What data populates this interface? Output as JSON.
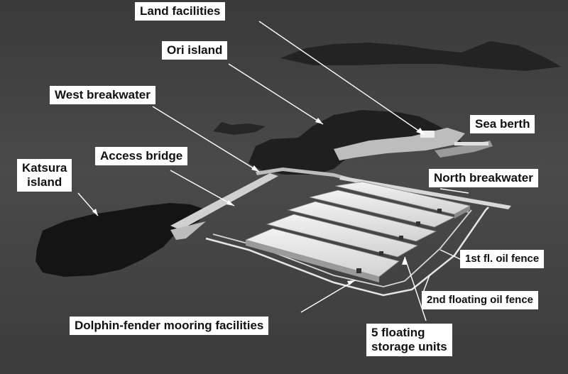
{
  "labels": {
    "land_facilities": "Land facilities",
    "ori_island": "Ori island",
    "west_breakwater": "West breakwater",
    "access_bridge": "Access bridge",
    "katsura_line1": "Katsura",
    "katsura_line2": "island",
    "sea_berth": "Sea berth",
    "north_breakwater": "North breakwater",
    "oil_fence_1": "1st fl. oil fence",
    "oil_fence_2": "2nd floating oil fence",
    "dolphin_fender": "Dolphin-fender mooring facilities",
    "storage_line1": "5 floating",
    "storage_line2": "storage units"
  }
}
